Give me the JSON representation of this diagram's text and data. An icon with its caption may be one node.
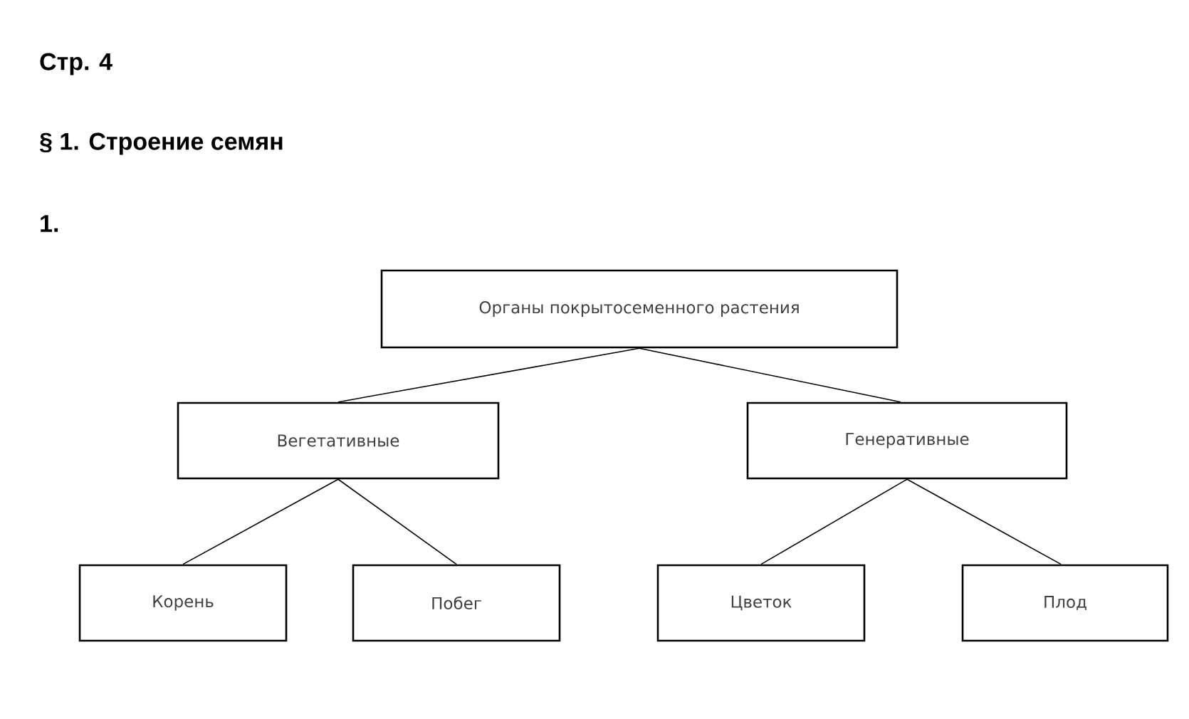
{
  "diagram": {
    "title": "§ 1. Строение семян",
    "nodes": [
      {
        "text": [
          "Органы покрытосеменного растения"
        ]
      },
      {
        "text": [
          "Вегетативные"
        ]
      },
      {
        "text": [
          "Генеративные"
        ]
      },
      {
        "text": [
          "Корень"
        ]
      },
      {
        "text": [
          "Побег"
        ]
      },
      {
        "text": [
          "Цветок"
        ]
      },
      {
        "text": [
          "Плод"
        ]
      }
    ],
    "edges": [
      {
        "from": 0,
        "to": 1,
        "arrow": "none"
      },
      {
        "from": 0,
        "to": 2,
        "arrow": "none"
      },
      {
        "from": 1,
        "to": 3,
        "arrow": "none"
      },
      {
        "from": 1,
        "to": 4,
        "arrow": "none"
      },
      {
        "from": 2,
        "to": 5,
        "arrow": "none"
      },
      {
        "from": 2,
        "to": 6,
        "arrow": "none"
      }
    ],
    "labels": [
      "Стр. 4",
      "1."
    ]
  }
}
